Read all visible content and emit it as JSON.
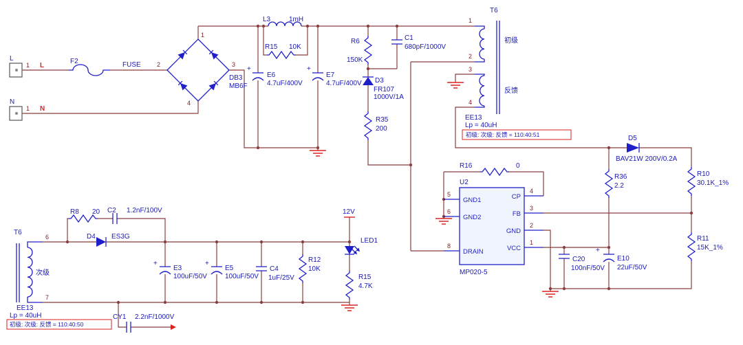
{
  "colors": {
    "wire": "#8B3E3E",
    "component": "#1F1FC8",
    "label": "#1A1AB4",
    "pin_number": "#7E1F1F",
    "net": "#DD2222",
    "ic_fill": "#F0F4FC"
  },
  "input": {
    "L_label": "L",
    "L_pin": "1",
    "L_net": "L",
    "N_label": "N",
    "N_pin": "1",
    "N_net": "N",
    "F2_ref": "F2",
    "F2_value": "FUSE"
  },
  "bridge": {
    "ref": "DB3",
    "value": "MB6F",
    "pin1": "1",
    "pin2": "2",
    "pin3": "3",
    "pin4": "4"
  },
  "filter": {
    "L3_ref": "L3",
    "L3_value": "1mH",
    "R15_ref": "R15",
    "R15_value": "10K",
    "E6_ref": "E6",
    "E6_value": "4.7uF/400V",
    "E6_plus": "+",
    "E7_ref": "E7",
    "E7_value": "4.7uF/400V",
    "E7_plus": "+"
  },
  "clamp": {
    "R6_ref": "R6",
    "R6_value": "150K",
    "C1_ref": "C1",
    "C1_value": "680pF/1000V",
    "D3_ref": "D3",
    "D3_value": "FR107",
    "D3_rating": "1000V/1A",
    "R35_ref": "R35",
    "R35_value": "200"
  },
  "t6a": {
    "ref": "T6",
    "pin1": "1",
    "pin2": "2",
    "pin3": "3",
    "pin4": "4",
    "primary": "初级",
    "feedback": "反馈",
    "core": "EE13",
    "lp": "Lp = 40uH",
    "ratio": "初级: 次级: 反馈 = 110:40:51"
  },
  "vccfb": {
    "D5_ref": "D5",
    "D5_value": "BAV21W 200V/0.2A",
    "R36_ref": "R36",
    "R36_value": "2.2",
    "R10_ref": "R10",
    "R10_value": "30.1K_1%",
    "R11_ref": "R11",
    "R11_value": "15K_1%",
    "R16_ref": "R16",
    "R16_value": "0",
    "C20_ref": "C20",
    "C20_value": "100nF/50V",
    "E10_ref": "E10",
    "E10_value": "22uF/50V",
    "E10_plus": "+"
  },
  "u2": {
    "ref": "U2",
    "part": "MP020-5",
    "p1": "1",
    "p2": "2",
    "p3": "3",
    "p4": "4",
    "p5": "5",
    "p6": "6",
    "p8": "8",
    "gnd1": "GND1",
    "gnd2": "GND2",
    "drain": "DRAIN",
    "cp": "CP",
    "fb": "FB",
    "gnd": "GND",
    "vcc": "VCC"
  },
  "t6b": {
    "ref": "T6",
    "pin6": "6",
    "pin7": "7",
    "secondary": "次级",
    "core": "EE13",
    "lp": "Lp = 40uH",
    "ratio": "初级: 次级: 反馈 = 110:40:50"
  },
  "out": {
    "R8_ref": "R8",
    "R8_value": "20",
    "C2_ref": "C2",
    "C2_value": "1.2nF/100V",
    "D4_ref": "D4",
    "D4_value": "ES3G",
    "E3_ref": "E3",
    "E3_value": "100uF/50V",
    "E3_plus": "+",
    "E5_ref": "E5",
    "E5_value": "100uF/50V",
    "E5_plus": "+",
    "C4_ref": "C4",
    "C4_value": "1uF/25V",
    "R12_ref": "R12",
    "R12_value": "10K",
    "rail": "12V",
    "LED_ref": "LED1",
    "R15_ref": "R15",
    "R15_value": "4.7K",
    "CY1_ref": "CY1",
    "CY1_value": "2.2nF/1000V"
  }
}
